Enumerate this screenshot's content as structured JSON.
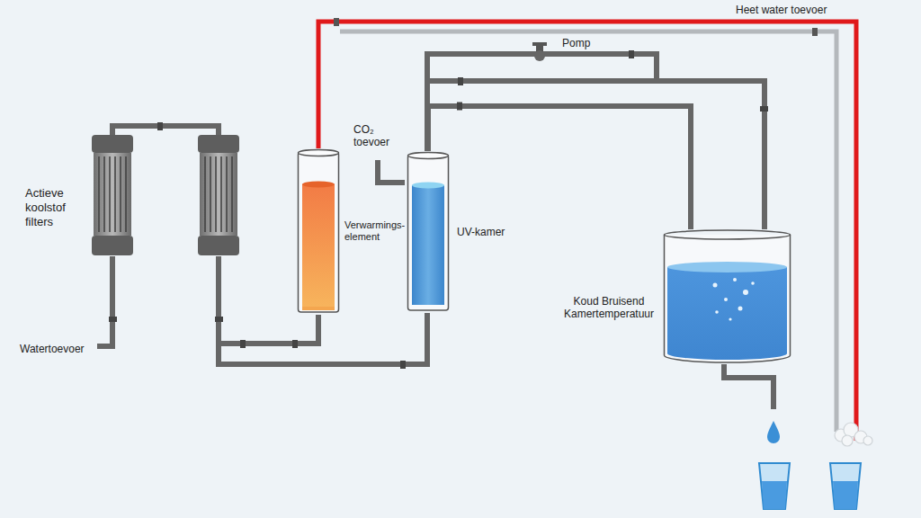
{
  "diagram": {
    "nodes": [
      {
        "text": [
          "Verwarmings- element"
        ]
      },
      {
        "text": [
          "UV-kamer"
        ]
      },
      {
        "text": [
          "Koud Bruisend Kamertemperatuur"
        ]
      }
    ],
    "edges": [
      {
        "from": 1,
        "to": 2,
        "arrow": "none"
      }
    ],
    "labels": [
      "Heet water toevoer",
      "Pomp",
      "CO₂ toevoer",
      "Actieve koolstof filters",
      "Watertoevoer"
    ]
  }
}
